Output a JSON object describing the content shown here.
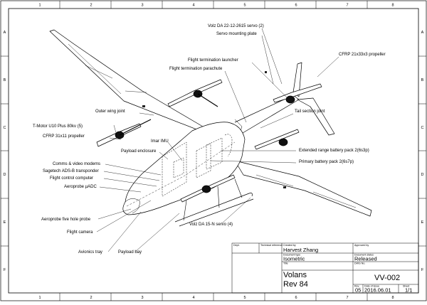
{
  "zones": {
    "columns": [
      "1",
      "2",
      "3",
      "4",
      "5",
      "6",
      "7",
      "8"
    ],
    "rows": [
      "A",
      "B",
      "C",
      "D",
      "E",
      "F"
    ]
  },
  "callouts": {
    "servo_volz_da_22": "Volz DA 22-12-2615 servo (2)",
    "servo_mounting_plate": "Servo mounting plate",
    "cfrp_21_propeller": "CFRP 21x33x3 propeller",
    "flight_termination_launcher": "Flight termination launcher",
    "flight_termination_parachute": "Flight termination parachute",
    "outer_wing_joint": "Outer wing joint",
    "tail_section_joint": "Tail section joint",
    "tmotor_u10": "T-Motor U10 Plus 80kv (5)",
    "cfrp_31_propeller": "CFRP 31x11 propeller",
    "imar_imu": "Imar IMU",
    "payload_enclosure": "Payload enclosure",
    "extended_battery": "Extended range battery pack 2(6s3p)",
    "primary_battery": "Primary battery pack 2(6s7p)",
    "comms_video_modems": "Comms & video modems",
    "sagetech_transponder": "Sagetech ADS-B transponder",
    "flight_control_computer": "Flight control computer",
    "aeroprobe_uadc": "Aeroprobe µADC",
    "aeroprobe_five_hole": "Aeroprobe five hole probe",
    "flight_camera": "Flight camera",
    "avionics_tray": "Avionics tray",
    "payload_bay": "Payload bay",
    "servo_volz_da_15": "Volz DA 15-N servo (4)"
  },
  "title_block": {
    "dept_label": "Dept.",
    "technical_reference_label": "Technical reference",
    "created_by_label": "Created by",
    "created_by": "Harvest Zhang",
    "approved_by_label": "Approved by",
    "document_type_label": "Document type",
    "document_type": "Isometric",
    "document_status_label": "Document status",
    "document_status": "Released",
    "title_label": "Title",
    "title_line1": "Volans",
    "title_line2": "Rev 84",
    "dwg_no_label": "DWG No.",
    "dwg_no": "VV-002",
    "rev_label": "Rev.",
    "rev": "05",
    "date_label": "Date of issue",
    "date": "2016.06.01",
    "sheet_label": "Sheet",
    "sheet": "1/1"
  },
  "colors": {
    "line": "#000000",
    "paper": "#ffffff"
  }
}
